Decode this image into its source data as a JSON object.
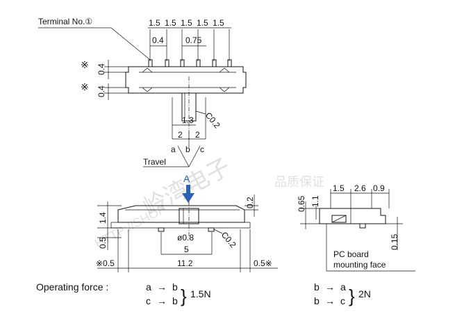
{
  "top_view": {
    "terminal_label": "Terminal No.①",
    "pitch_labels": [
      "1.5",
      "1.5",
      "1.5",
      "1.5",
      "1.5"
    ],
    "dim_pin_width": "0.4",
    "dim_center": "0.75",
    "dim_upper": "0.4",
    "dim_lower": "0.4",
    "marker_upper": "※",
    "marker_lower": "※",
    "chamfer": "C0.2",
    "dim_actuator": "1.3",
    "travel_left": "2",
    "travel_right": "2",
    "pos_a": "a",
    "pos_b": "b",
    "pos_c": "c",
    "travel_label": "Travel"
  },
  "arrow_label": "A",
  "front_view": {
    "dim_height": "1.4",
    "dim_top_right": "0.2",
    "dim_pin_dia": "ø0.8",
    "chamfer": "C0.2",
    "dim_lower_left": "0.5",
    "dim_center": "5",
    "dim_overall": "11.2",
    "dim_left_edge": "※0.5",
    "dim_right_edge": "0.5※"
  },
  "side_view": {
    "dim_1": "1.5",
    "dim_2": "2.6",
    "dim_3": "0.9",
    "dim_left_outer": "0.65",
    "dim_left_inner": "1.1",
    "dim_right": "0.15",
    "pcb_label_line1": "PC board",
    "pcb_label_line2": "mounting face"
  },
  "force": {
    "title": "Operating force :",
    "row1_from": "a",
    "row1_to": "b",
    "row2_from": "c",
    "row2_to": "b",
    "value1": "1.5N",
    "row3_from": "b",
    "row3_to": "a",
    "row4_from": "b",
    "row4_to": "c",
    "value2": "2N",
    "arrow": "→",
    "brace": "}"
  },
  "watermark": {
    "main": "岭湾电子",
    "line2": "品质保证",
    "url": "HTTP://SHOP"
  },
  "colors": {
    "arrow_blue": "#2a63b4",
    "line": "#111111",
    "watermark": "#c8c8c8"
  }
}
